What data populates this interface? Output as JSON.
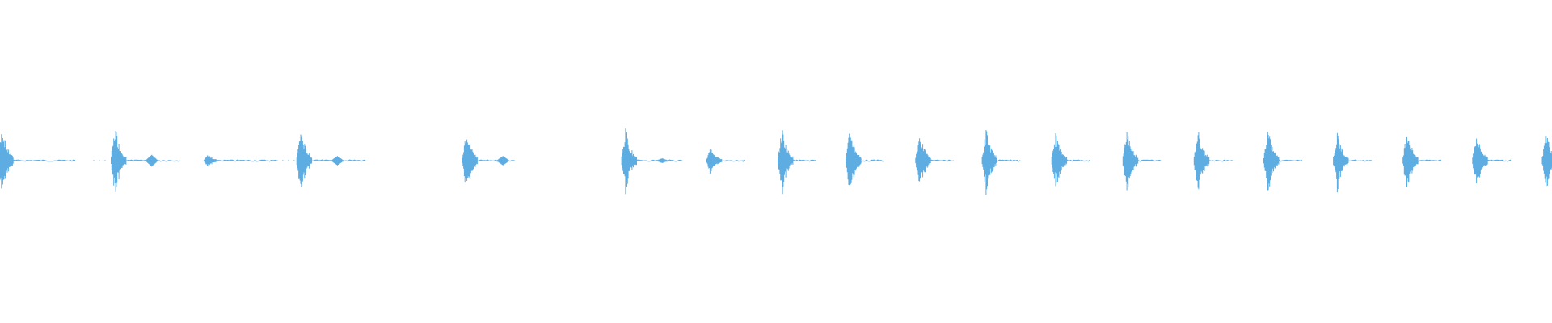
{
  "waveform": {
    "color": "#5DADE2",
    "background": "#ffffff",
    "events": [
      {
        "t": 0.0,
        "amp": 0.95,
        "tail": 0.95,
        "tail_bump": 0.0
      },
      {
        "t": 0.073,
        "amp": 0.95,
        "tail": 0.85,
        "tail_bump": 0.15
      },
      {
        "t": 0.133,
        "amp": 0.18,
        "tail": 0.9,
        "tail_bump": 0.0
      },
      {
        "t": 0.193,
        "amp": 0.9,
        "tail": 0.85,
        "tail_bump": 0.12
      },
      {
        "t": 0.3,
        "amp": 0.95,
        "tail": 0.65,
        "tail_bump": 0.12
      },
      {
        "t": 0.403,
        "amp": 0.9,
        "tail": 0.75,
        "tail_bump": 0.06
      },
      {
        "t": 0.458,
        "amp": 0.4,
        "tail": 0.45,
        "tail_bump": 0.0
      },
      {
        "t": 0.504,
        "amp": 0.9,
        "tail": 0.45,
        "tail_bump": 0.0
      },
      {
        "t": 0.548,
        "amp": 0.9,
        "tail": 0.45,
        "tail_bump": 0.0
      },
      {
        "t": 0.593,
        "amp": 0.78,
        "tail": 0.45,
        "tail_bump": 0.0
      },
      {
        "t": 0.636,
        "amp": 0.88,
        "tail": 0.45,
        "tail_bump": 0.0
      },
      {
        "t": 0.681,
        "amp": 0.78,
        "tail": 0.45,
        "tail_bump": 0.0
      },
      {
        "t": 0.727,
        "amp": 0.9,
        "tail": 0.45,
        "tail_bump": 0.0
      },
      {
        "t": 0.773,
        "amp": 0.88,
        "tail": 0.45,
        "tail_bump": 0.0
      },
      {
        "t": 0.818,
        "amp": 0.88,
        "tail": 0.45,
        "tail_bump": 0.0
      },
      {
        "t": 0.863,
        "amp": 0.78,
        "tail": 0.45,
        "tail_bump": 0.0
      },
      {
        "t": 0.908,
        "amp": 0.9,
        "tail": 0.45,
        "tail_bump": 0.0
      },
      {
        "t": 0.953,
        "amp": 0.78,
        "tail": 0.45,
        "tail_bump": 0.0
      },
      {
        "t": 0.998,
        "amp": 0.82,
        "tail": 0.05,
        "tail_bump": 0.0
      }
    ]
  }
}
